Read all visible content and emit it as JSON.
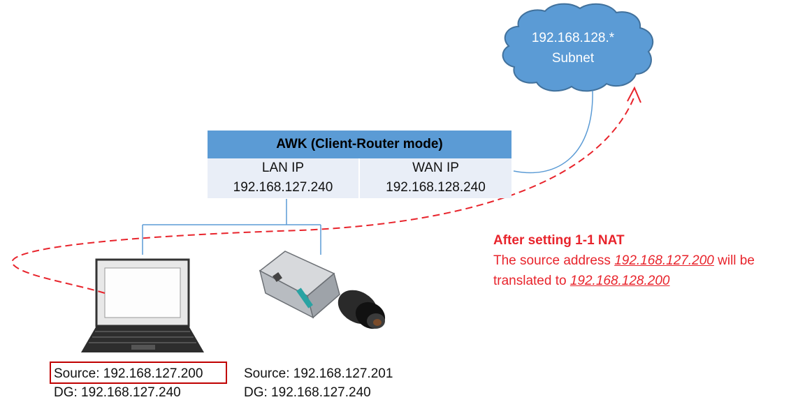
{
  "cloud": {
    "line1": "192.168.128.*",
    "line2": "Subnet"
  },
  "awk": {
    "title": "AWK (Client-Router mode)",
    "lan_label": "LAN IP",
    "lan_ip": "192.168.127.240",
    "wan_label": "WAN IP",
    "wan_ip": "192.168.128.240"
  },
  "laptop": {
    "source": "Source: 192.168.127.200",
    "dg": "DG: 192.168.127.240"
  },
  "camera": {
    "source": "Source: 192.168.127.201",
    "dg": "DG: 192.168.127.240"
  },
  "nat": {
    "title": "After setting 1-1 NAT",
    "line2_prefix": "The source address ",
    "source_addr": "192.168.127.200",
    "line2_suffix": " will be",
    "line3_prefix": "translated to ",
    "translated_addr": "192.168.128.200"
  },
  "colors": {
    "cloud_fill": "#5b9bd5",
    "awk_header": "#5b9bd5",
    "awk_body": "#e9eef7",
    "link_line": "#5b9bd5",
    "nat_red": "#e8242c"
  }
}
